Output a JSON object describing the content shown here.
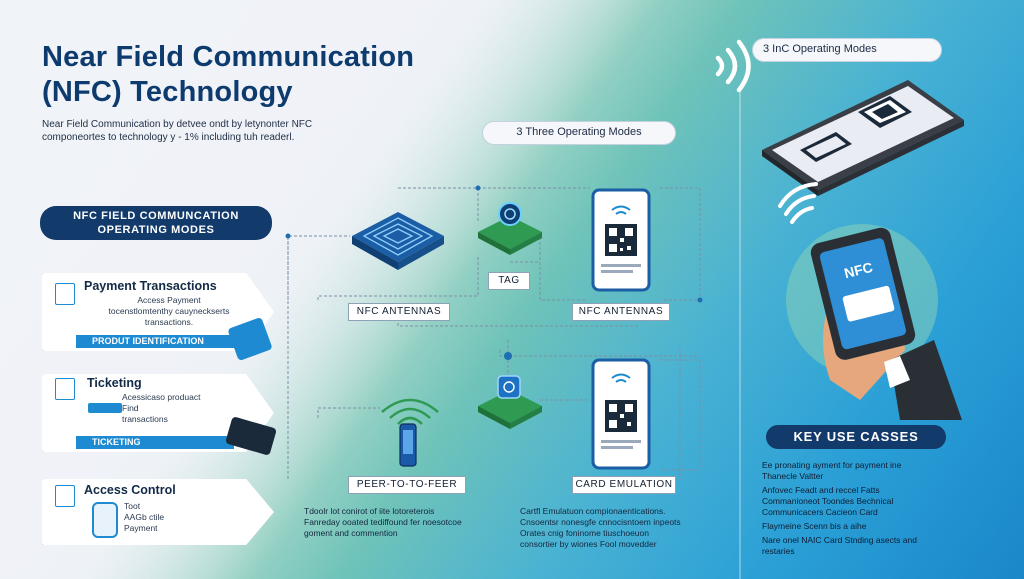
{
  "header": {
    "title_line1": "Near Field Communication",
    "title_line2": "(NFC) Technology",
    "subtitle_line1": "Near Field Communication by detvee ondt by letynonter NFC",
    "subtitle_line2": "componeortes to technology y - 1% including tuh readerl."
  },
  "modes_banner": "NFC FIELD COMMUNCATION\nOPERATING MODES",
  "center_pill": "3 Three Operating Modes",
  "right_pill": "3 InC Operating Modes",
  "cards": [
    {
      "title": "Payment Transactions",
      "sub": "Access Payment\ntocenstlomtenthy cauyneckserts\ntransactions.",
      "band": "PRODUT IDENTIFICATION"
    },
    {
      "title": "Ticketing",
      "sub": "Acessicaso produact\nFind\ntransactions",
      "band": "TICKETING"
    },
    {
      "title": "Access Control",
      "sub": "Toot\nAAGb ctile\nPayment",
      "band": ""
    }
  ],
  "diagram": {
    "labels": [
      "NFC ANTENNAS",
      "TAG",
      "NFC ANTENNAS",
      "PEER-TO-TO-FEER",
      "CARD EMULATION"
    ],
    "phone_card_text": "NFC",
    "peer_notes": [
      "Tdoolr lot conirot of iite lotoreterois",
      "Fanreday ooated tediffound fer noesotcoe\ngoment and commention"
    ],
    "card_notes": [
      "Cartfl Emulatuon compionaentications.",
      "Cnsoentsr nonesgfe cnnocisntoem inpeots",
      "Orates cnig foninome tiuschoeuon\nconsortier by wiones Fool movedder"
    ]
  },
  "key_use_cases": {
    "title": "KEY USE CASSES",
    "items": [
      "Ee pronating ayment for payment ine\nThanecle Valtter",
      "Anfovec Feadt and reccel Fatts\nCommanioneot Toondes Bechnical\nCommunicacers Cacieon Card",
      "Flaymeine Scenn bis a aihe",
      "Nare onel NAIC Card Stnding asects and\nrestaries"
    ]
  },
  "colors": {
    "navy": "#123a6b",
    "accent_blue": "#1e8ad1",
    "green": "#2e9a52"
  }
}
